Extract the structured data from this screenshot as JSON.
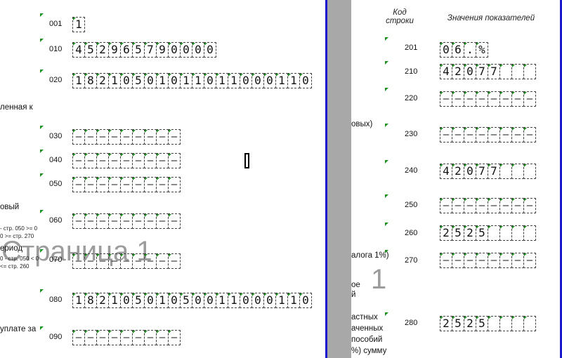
{
  "watermark": "Страница 1",
  "watermark_right": "1",
  "left": {
    "labels": {
      "l1": "ленная к",
      "l2": "овый",
      "l3": "ериод",
      "l4": "уплате за",
      "s1": "- стр. 050 >= 0",
      "s2": "0 >= стр. 270",
      "s3": "0 - стр. 050 < 0",
      "s4": "<= стр. 260"
    },
    "rows": [
      {
        "code": "001",
        "value": "1"
      },
      {
        "code": "010",
        "value": "452965790000"
      },
      {
        "code": "020",
        "value": "18210501011011000110"
      },
      {
        "code": "030",
        "value": "—————————"
      },
      {
        "code": "040",
        "value": "—————————"
      },
      {
        "code": "050",
        "value": "—————————"
      },
      {
        "code": "060",
        "value": "—————————"
      },
      {
        "code": "070",
        "value": "—————————"
      },
      {
        "code": "080",
        "value": "18210501050011000110"
      },
      {
        "code": "090",
        "value": "—————————"
      }
    ]
  },
  "right": {
    "header_code": "Код строки",
    "header_values": "Значения показателей",
    "labels": {
      "r1": "овых)",
      "r2": "алога 1%)",
      "r3": "ое",
      "r4": "й",
      "r5": "астных",
      "r6": "аченных",
      "r7": "пособий",
      "r8": "%) сумму"
    },
    "rows": [
      {
        "code": "201",
        "value": "06.%"
      },
      {
        "code": "210",
        "value": "42077"
      },
      {
        "code": "220",
        "value": "—————————"
      },
      {
        "code": "230",
        "value": "—————————"
      },
      {
        "code": "240",
        "value": "42077"
      },
      {
        "code": "250",
        "value": "—————————"
      },
      {
        "code": "260",
        "value": "2525"
      },
      {
        "code": "270",
        "value": "—————————"
      },
      {
        "code": "280",
        "value": "2525"
      }
    ]
  }
}
